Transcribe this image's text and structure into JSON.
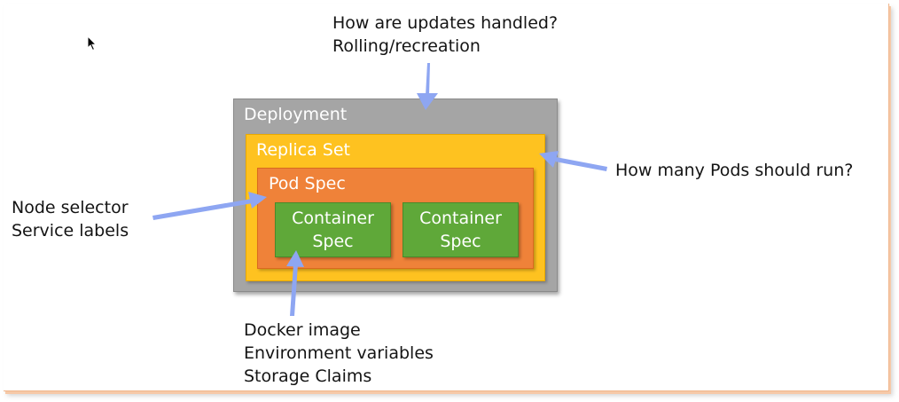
{
  "diagram": {
    "top_question": [
      "How are updates handled?",
      "Rolling/recreation"
    ],
    "right_question": "How many Pods should run?",
    "left_notes": [
      "Node selector",
      "Service labels"
    ],
    "bottom_notes": [
      "Docker image",
      "Environment variables",
      "Storage Claims"
    ],
    "boxes": {
      "deployment": "Deployment",
      "replica_set": "Replica Set",
      "pod_spec": "Pod Spec",
      "container_1": "Container Spec",
      "container_2": "Container Spec"
    },
    "colors": {
      "deployment": "#a5a5a5",
      "replica_set": "#fec220",
      "pod_spec": "#ef8239",
      "container": "#5fa839",
      "arrow": "#8ea6f2"
    },
    "icons": [
      "mouse-cursor-icon"
    ]
  }
}
